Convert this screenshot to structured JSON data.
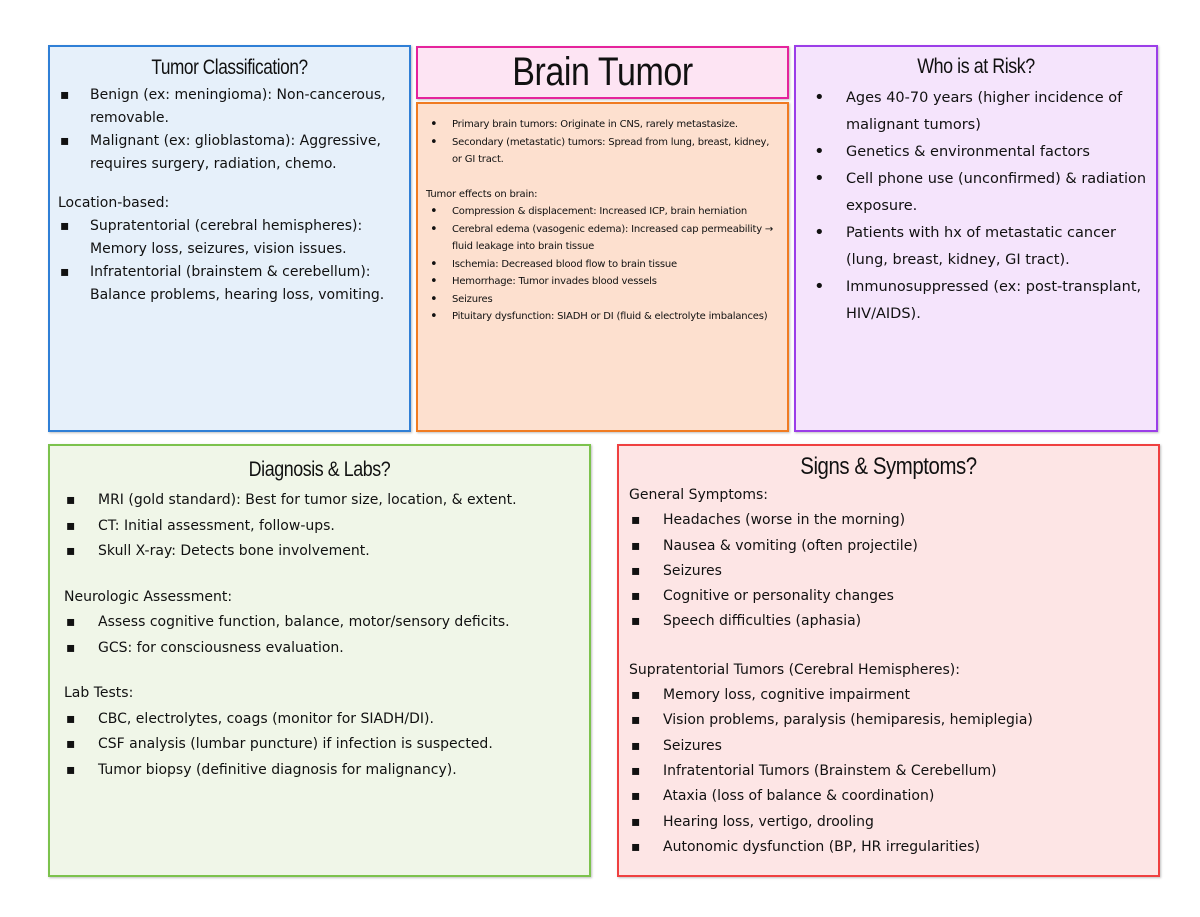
{
  "title": "Brain Tumor",
  "colors": {
    "classification_border": "#2f7fd6",
    "classification_bg": "#e6f0fa",
    "title_border": "#e5239c",
    "title_bg": "#fde4f3",
    "overview_border": "#f07b22",
    "overview_bg": "#fde0cf",
    "risk_border": "#9b3ee8",
    "risk_bg": "#f5e4fc",
    "diagnosis_border": "#7cc24d",
    "diagnosis_bg": "#f0f6e8",
    "symptoms_border": "#ef4040",
    "symptoms_bg": "#fde5e5"
  },
  "classification": {
    "heading": "Tumor Classification?",
    "items": [
      "Benign (ex: meningioma): Non-cancerous, removable.",
      "Malignant (ex: glioblastoma): Aggressive, requires surgery, radiation, chemo."
    ],
    "location_label": "Location-based:",
    "location_items": [
      "Supratentorial (cerebral hemispheres): Memory loss, seizures, vision issues.",
      "Infratentorial (brainstem & cerebellum): Balance problems, hearing loss, vomiting."
    ]
  },
  "overview": {
    "items": [
      "Primary brain tumors: Originate in CNS, rarely metastasize.",
      "Secondary (metastatic) tumors: Spread from lung, breast, kidney, or GI tract."
    ],
    "effects_label": "Tumor effects on brain:",
    "effects": [
      "Compression & displacement: Increased ICP, brain herniation",
      "Cerebral edema (vasogenic edema): Increased cap permeability → fluid leakage into brain tissue",
      "Ischemia: Decreased blood flow to brain tissue",
      "Hemorrhage: Tumor invades blood vessels",
      "Seizures",
      "Pituitary dysfunction: SIADH or DI (fluid & electrolyte imbalances)"
    ]
  },
  "risk": {
    "heading": "Who is at Risk?",
    "items": [
      "Ages 40-70 years (higher incidence of malignant tumors)",
      "Genetics & environmental factors",
      "Cell phone use (unconfirmed) & radiation exposure.",
      "Patients with hx of metastatic cancer (lung, breast, kidney, GI tract).",
      "Immunosuppressed (ex: post-transplant, HIV/AIDS)."
    ]
  },
  "diagnosis": {
    "heading": "Diagnosis & Labs?",
    "imaging": [
      "MRI (gold standard): Best for tumor size, location, & extent.",
      "CT: Initial assessment, follow-ups.",
      "Skull X-ray: Detects bone involvement."
    ],
    "neuro_label": "Neurologic Assessment:",
    "neuro": [
      "Assess cognitive function, balance, motor/sensory deficits.",
      "GCS: for consciousness evaluation."
    ],
    "labs_label": "Lab Tests:",
    "labs": [
      "CBC, electrolytes, coags (monitor for SIADH/DI).",
      "CSF analysis (lumbar puncture) if infection is suspected.",
      "Tumor biopsy (definitive diagnosis for malignancy)."
    ]
  },
  "symptoms": {
    "heading": "Signs & Symptoms?",
    "general_label": "General Symptoms:",
    "general": [
      "Headaches (worse in the morning)",
      "Nausea & vomiting (often projectile)",
      "Seizures",
      "Cognitive or personality changes",
      "Speech difficulties (aphasia)"
    ],
    "supra_label": "Supratentorial Tumors (Cerebral Hemispheres):",
    "supra": [
      "Memory loss, cognitive impairment",
      "Vision problems, paralysis (hemiparesis, hemiplegia)",
      "Seizures",
      "Infratentorial Tumors (Brainstem & Cerebellum)",
      "Ataxia (loss of balance & coordination)",
      "Hearing loss, vertigo, drooling",
      "Autonomic dysfunction (BP, HR irregularities)"
    ]
  }
}
